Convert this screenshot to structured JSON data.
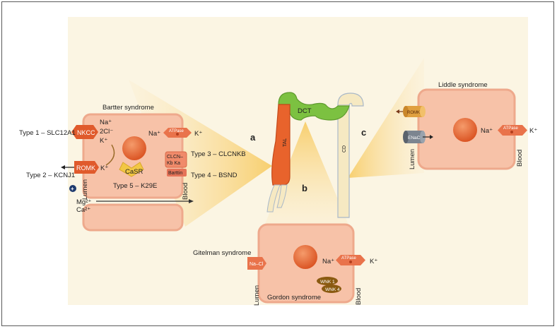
{
  "labels": {
    "a": "a",
    "b": "b",
    "c": "c",
    "dct": "DCT",
    "tal": "TAL",
    "cd": "CD"
  },
  "bartter": {
    "title": "Bartter syndrome",
    "type1": "Type 1 – SLC12A1",
    "type2": "Type 2 – KCNJ1",
    "type3": "Type 3 – CLCNKB",
    "type4": "Type 4 – BSND",
    "type5": "Type 5 – K29E",
    "nkcc": "NKCC",
    "romk": "ROMK",
    "na": "Na⁺",
    "cl2": "2Cl⁻",
    "k": "K⁺",
    "k2": "K⁺",
    "atpase": "ATPase",
    "atp_na": "Na⁺",
    "atp_k": "K⁺",
    "clcn1": "CLCN–",
    "clcn2": "Kb Ka",
    "barttin": "Barttin",
    "casr": "CaSR",
    "lumen": "Lumen",
    "blood": "Blood",
    "mg": "Mg²⁺",
    "ca": "Ca²⁺",
    "plus": "+"
  },
  "liddle": {
    "title": "Liddle syndrome",
    "romk": "ROMK",
    "enac": "ENaC",
    "atpase": "ATPase",
    "na": "Na⁺",
    "k": "K⁺",
    "lumen": "Lumen",
    "blood": "Blood"
  },
  "gitelman": {
    "title": "Gitelman syndrome",
    "nacl": "Na–Cl",
    "atpase": "ATPase",
    "na": "Na⁺",
    "k": "K⁺",
    "wnk1": "WNK 1",
    "wnk4": "WNK 4",
    "gordon": "Gordon syndrome",
    "lumen": "Lumen",
    "blood": "Blood"
  },
  "colors": {
    "cell": "#f7c2a8",
    "cell_border": "#eea98c",
    "nucleus": "#e8602e",
    "channel": "#e5683e",
    "cone": "#f8d480",
    "tal": "#e8632c",
    "dct": "#7cc141",
    "cd": "#f6e9c2"
  }
}
